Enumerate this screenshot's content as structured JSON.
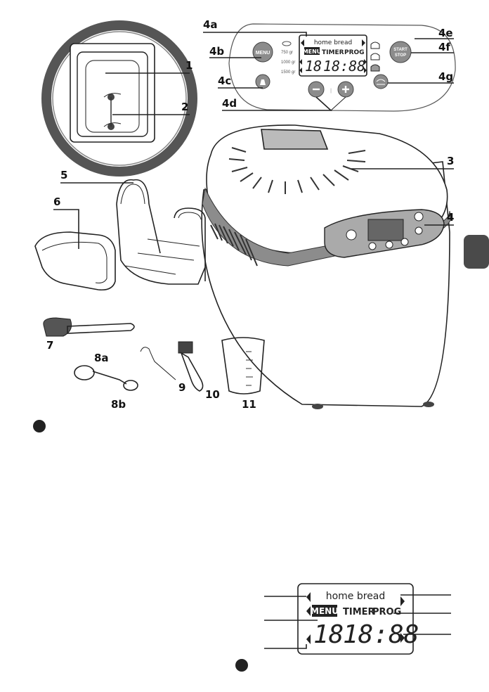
{
  "callouts": {
    "c4a": "4a",
    "c4b": "4b",
    "c4c": "4c",
    "c4d": "4d",
    "c4e": "4e",
    "c4f": "4f",
    "c4g": "4g",
    "c1": "1",
    "c2": "2",
    "c3": "3",
    "c4": "4",
    "c5": "5",
    "c6": "6",
    "c7": "7",
    "c8a": "8a",
    "c8b": "8b",
    "c9": "9",
    "c10": "10",
    "c11": "11"
  },
  "panel": {
    "brand": "home bread",
    "menu_label": "MENU",
    "timer_label": "TIMER",
    "prog_label": "PROG",
    "program_digits": "18",
    "time_digits": "18:88",
    "menu_button": "MENU",
    "start_line1": "START",
    "start_line2": "STOP",
    "weights": [
      "750 gr",
      "1000 gr",
      "1500 gr"
    ]
  },
  "display_detail": {
    "brand": "home bread",
    "menu_label": "MENU",
    "timer_label": "TIMER",
    "prog_label": "PROG",
    "program_digits": "18",
    "time_digits": "18:88"
  },
  "colors": {
    "accent_grey": "#8c8c8c",
    "dark": "#222222",
    "tab": "#4a4a4a"
  }
}
